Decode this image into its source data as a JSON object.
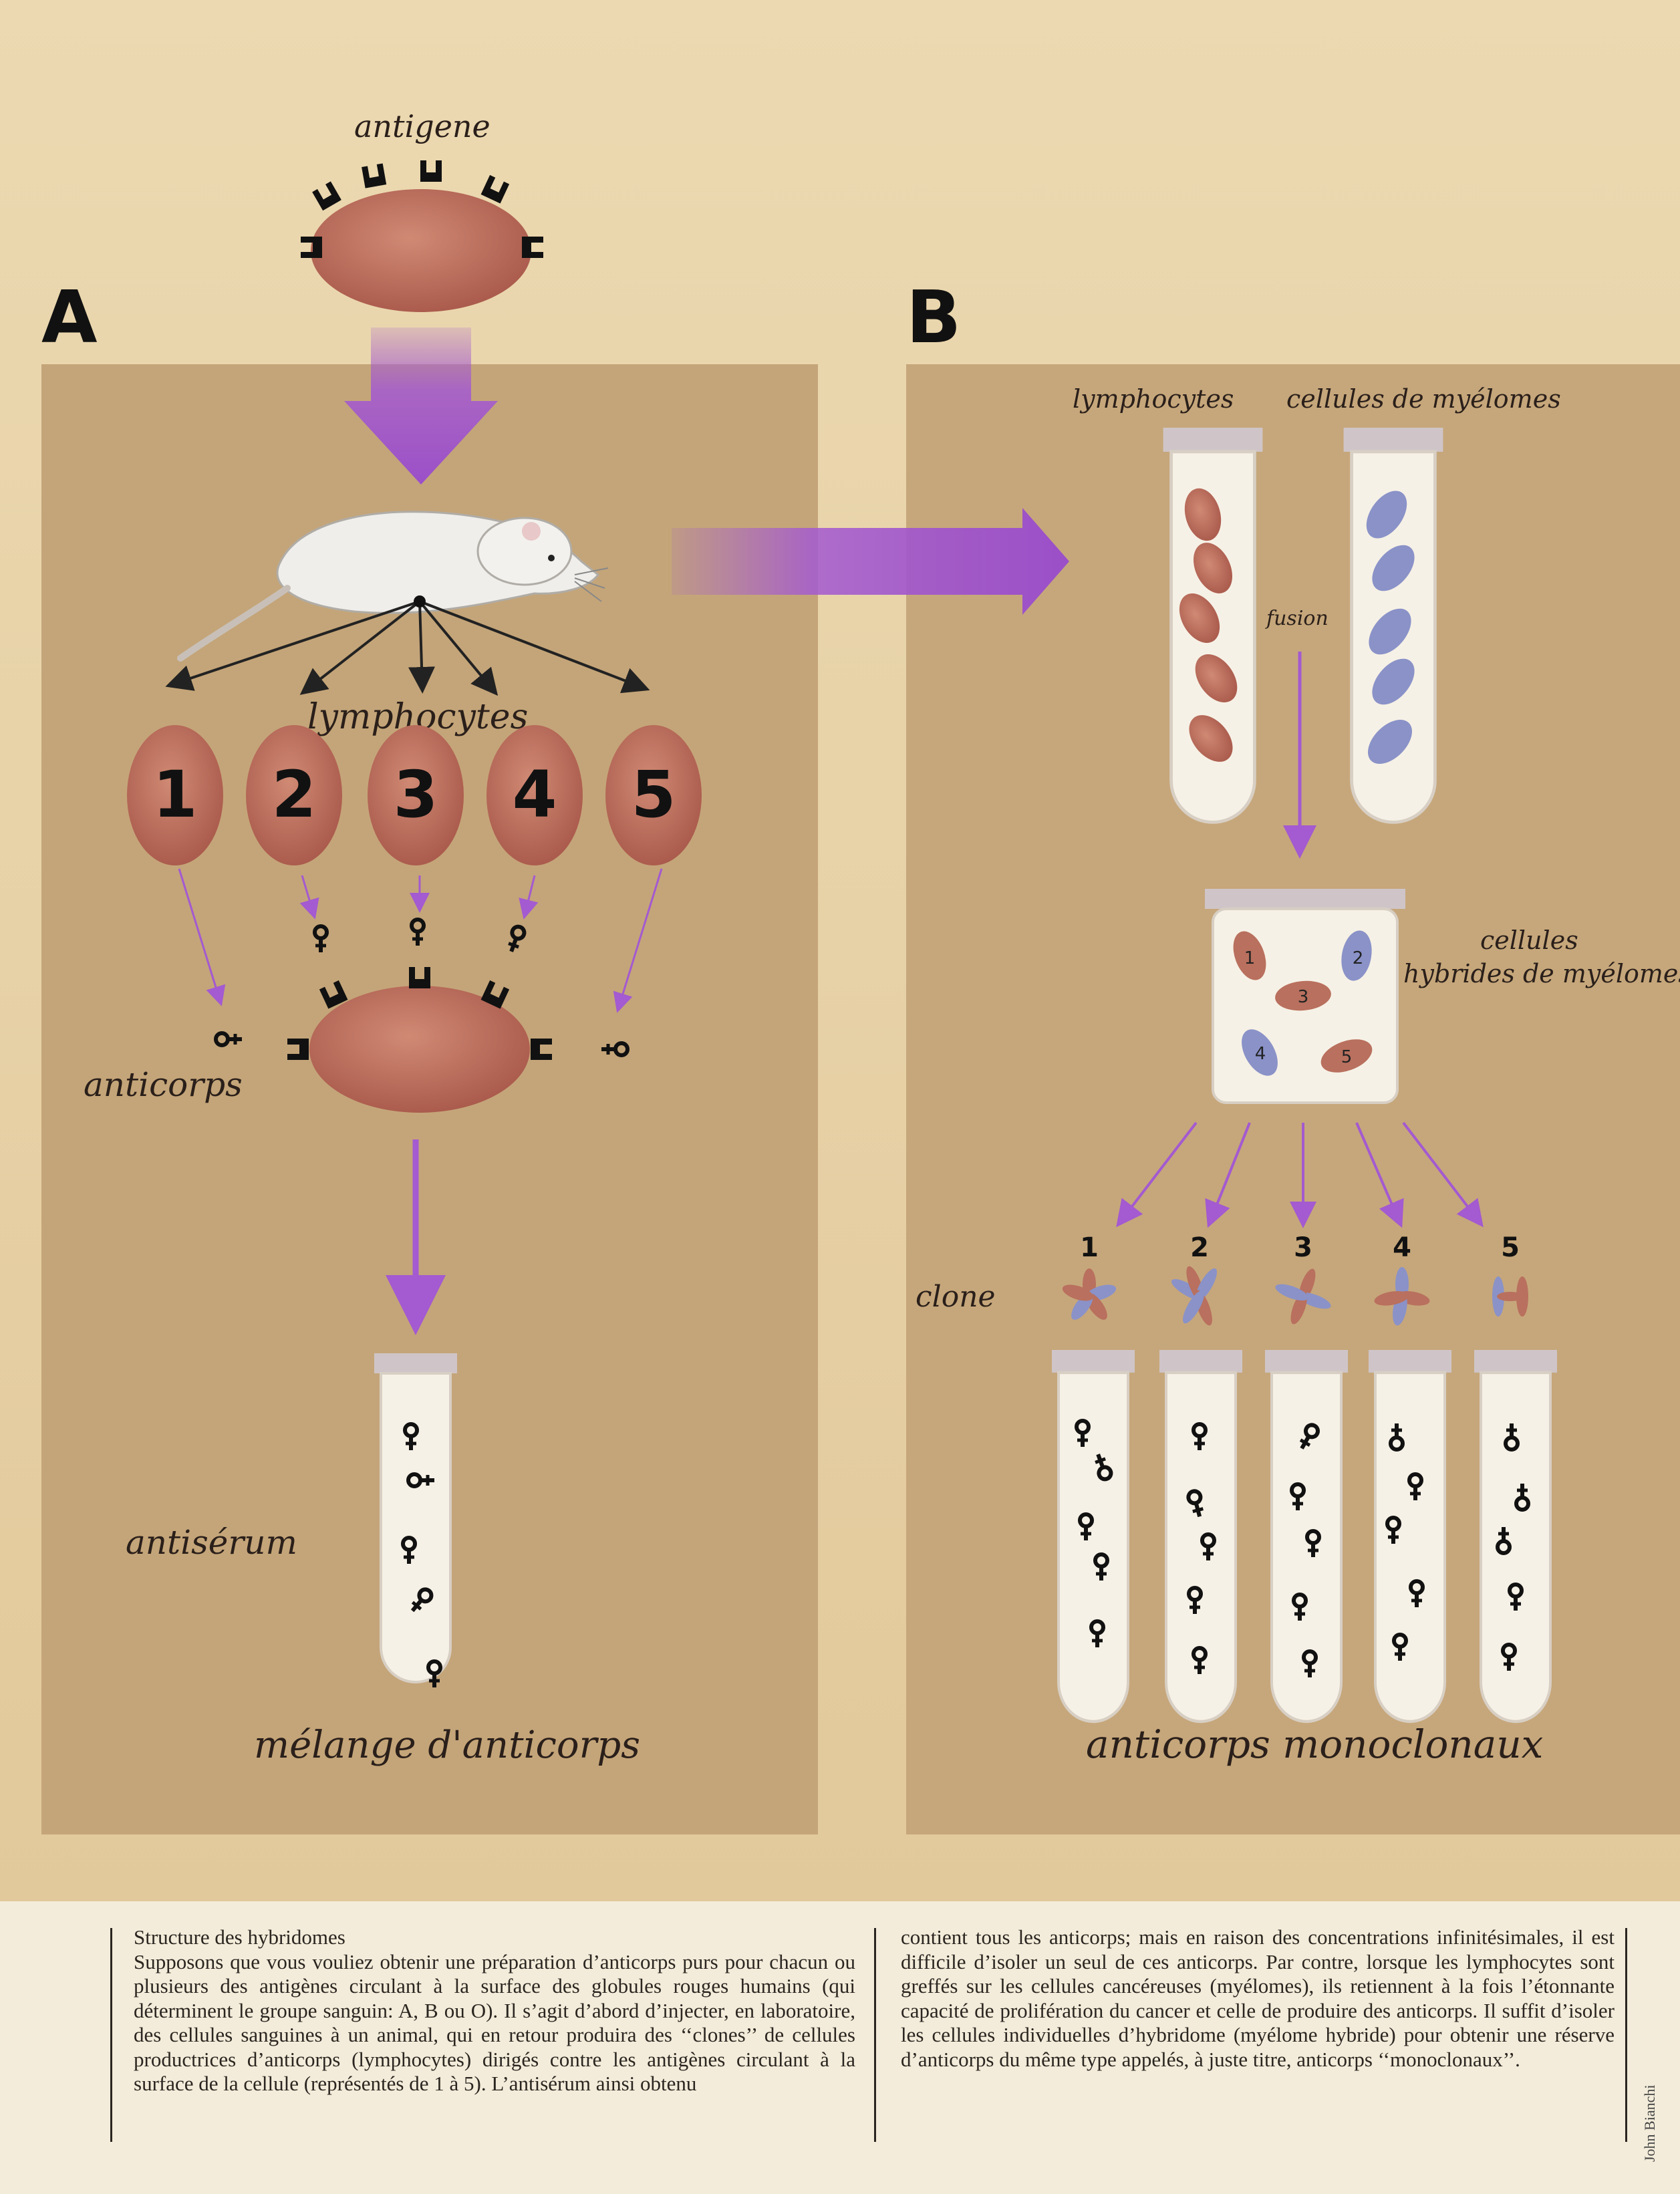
{
  "panel_a": {
    "letter": "A",
    "antigen_label": "antigene",
    "lymphocytes_label": "lymphocytes",
    "cells": [
      "1",
      "2",
      "3",
      "4",
      "5"
    ],
    "antibodies_label": "anticorps",
    "antiserum_label": "antisérum",
    "mixture_label": "mélange d'anticorps"
  },
  "panel_b": {
    "letter": "B",
    "lymphocytes_label": "lymphocytes",
    "myeloma_label": "cellules de myélomes",
    "fusion_label": "fusion",
    "hybrid_label_1": "cellules",
    "hybrid_label_2": "hybrides de myélomes",
    "hybrid_cells": [
      "1",
      "2",
      "3",
      "4",
      "5"
    ],
    "clone_label": "clone",
    "clone_numbers": [
      "1",
      "2",
      "3",
      "4",
      "5"
    ],
    "monoclonal_label": "anticorps monoclonaux"
  },
  "caption": {
    "title": "Structure des hybridomes",
    "col1": "Supposons que vous vouliez obtenir une préparation d’anticorps purs pour chacun ou plusieurs des antigènes circulant à la surface des globules rouges humains (qui déterminent le groupe sanguin: A, B ou O). Il s’agit d’abord d’injecter, en laboratoire, des cellules sanguines à un animal, qui en retour produira des ‘‘clones’’ de cellules productrices d’anticorps (lymphocytes) dirigés contre les antigènes circulant à la surface de la cellule (représentés de 1 à 5). L’antisérum ainsi obtenu",
    "col2": "contient tous les anticorps; mais en raison des concentrations infinitésimales, il est difficile d’isoler un seul de ces anticorps. Par contre, lorsque les lymphocytes sont greffés sur les cellules cancéreuses (myélomes), ils retiennent à la fois l’étonnante capacité de prolifération du cancer et celle de produire des anticorps. Il suffit d’isoler les cellules individuelles d’hybridome (myélome hybride) pour obtenir une réserve d’anticorps du même type appelés, à juste titre, anticorps ‘‘monoclonaux’’."
  },
  "credit": "John Bianchi",
  "colors": {
    "background": "#e9d5ad",
    "panel": "#c4a579",
    "cell": "#b9705e",
    "arrow": "#a45ad0",
    "myeloma": "#8a92c8"
  }
}
